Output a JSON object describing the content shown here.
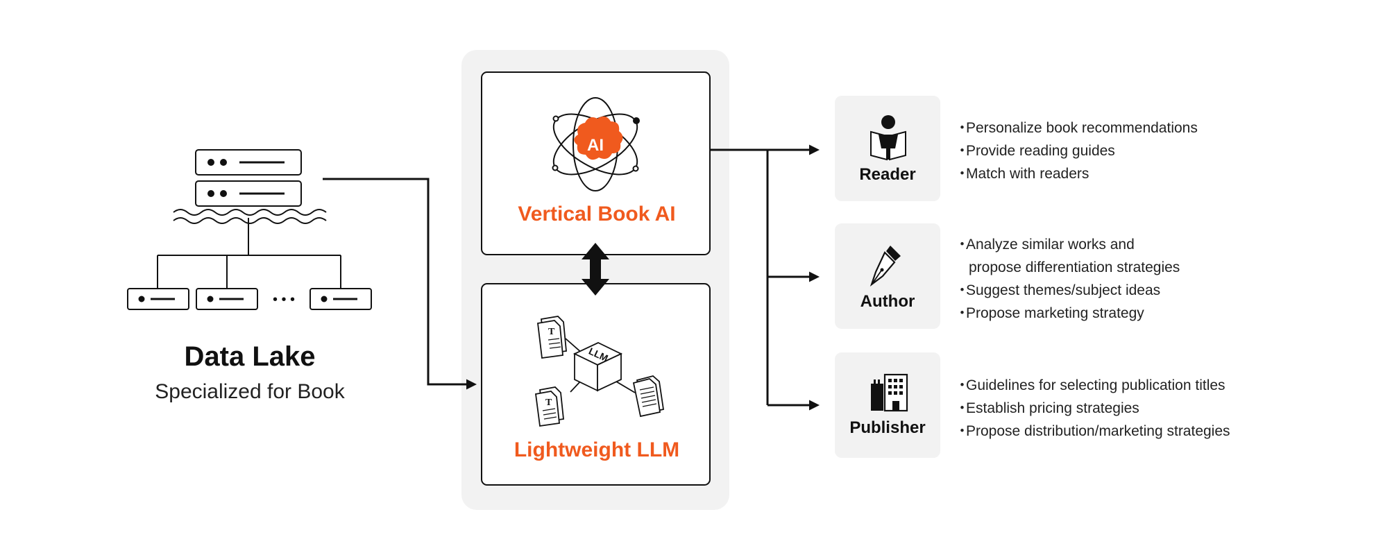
{
  "colors": {
    "accent": "#F05A1E",
    "panel": "#F2F2F2",
    "line": "#111111"
  },
  "data_lake": {
    "title": "Data Lake",
    "subtitle": "Specialized for Book",
    "icon": "database-network-icon",
    "ellipsis": "• • •"
  },
  "core": {
    "vertical_ai": {
      "title": "Vertical Book AI",
      "icon": "atom-ai-icon",
      "badge": "AI"
    },
    "llm": {
      "title": "Lightweight LLM",
      "icon": "llm-cube-documents-icon",
      "cube_label": "LLM",
      "doc_letter": "T"
    }
  },
  "stakeholders": [
    {
      "label": "Reader",
      "icon": "reader-icon",
      "bullets": [
        "Personalize book recommendations",
        "Provide reading guides",
        "Match with readers"
      ]
    },
    {
      "label": "Author",
      "icon": "fountain-pen-icon",
      "bullets": [
        "Analyze similar works and",
        "propose differentiation strategies",
        "Suggest themes/subject ideas",
        "Propose marketing strategy"
      ]
    },
    {
      "label": "Publisher",
      "icon": "buildings-icon",
      "bullets": [
        "Guidelines for selecting publication titles",
        "Establish pricing strategies",
        "Propose distribution/marketing strategies"
      ]
    }
  ]
}
